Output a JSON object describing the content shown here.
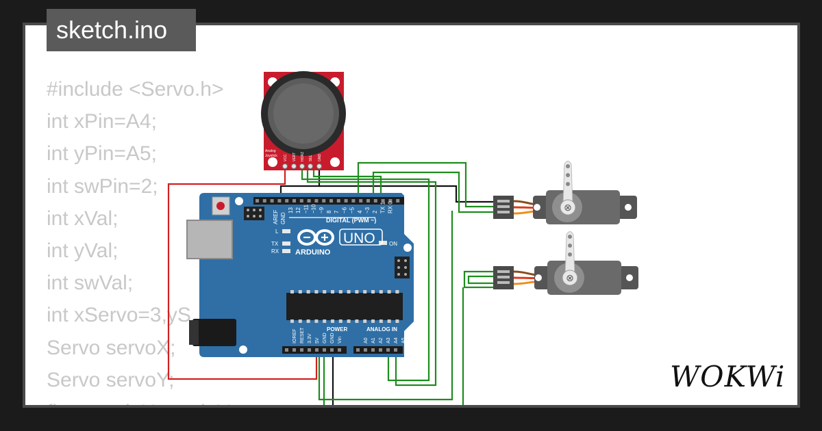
{
  "file_tab": {
    "label": "sketch.ino"
  },
  "code_lines": [
    "#include <Servo.h>",
    "int xPin=A4;",
    "int yPin=A5;",
    "int swPin=2;",
    "int xVal;",
    "int yVal;",
    "int swVal;",
    "int xServo=3,yS",
    "Servo servoX;",
    "Servo servoY;",
    "float angleX, angleY"
  ],
  "joystick": {
    "label_line1": "Analog",
    "label_line2": "Joystick",
    "pins": [
      "VCC",
      "VERT",
      "HORZ",
      "SEL",
      "GND"
    ]
  },
  "arduino": {
    "model_label": "UNO",
    "brand_label": "ARDUINO",
    "aref_label": "AREF",
    "gnd_label": "GND",
    "digital_label": "DIGITAL (PWM ~)",
    "digital_pins": [
      "13",
      "12",
      "~11",
      "~10",
      "~9",
      "8",
      "7",
      "~6",
      "~5",
      "4",
      "~3",
      "2",
      "TX 1",
      "RX 0"
    ],
    "led_l": "L",
    "led_tx": "TX",
    "led_rx": "RX",
    "led_on": "ON",
    "power_label": "POWER",
    "analog_label": "ANALOG IN",
    "power_pins": [
      "IOREF",
      "RESET",
      "3.3V",
      "5V",
      "GND",
      "GND",
      "Vin"
    ],
    "analog_pins": [
      "A0",
      "A1",
      "A2",
      "A3",
      "A4",
      "A5"
    ]
  },
  "brand_logo": {
    "text": "WOKWi"
  },
  "colors": {
    "wire_red": "#d22020",
    "wire_black": "#111111",
    "wire_green": "#1e8c1e",
    "board_blue": "#2f6fa6",
    "joystick_red": "#c81c2c"
  }
}
